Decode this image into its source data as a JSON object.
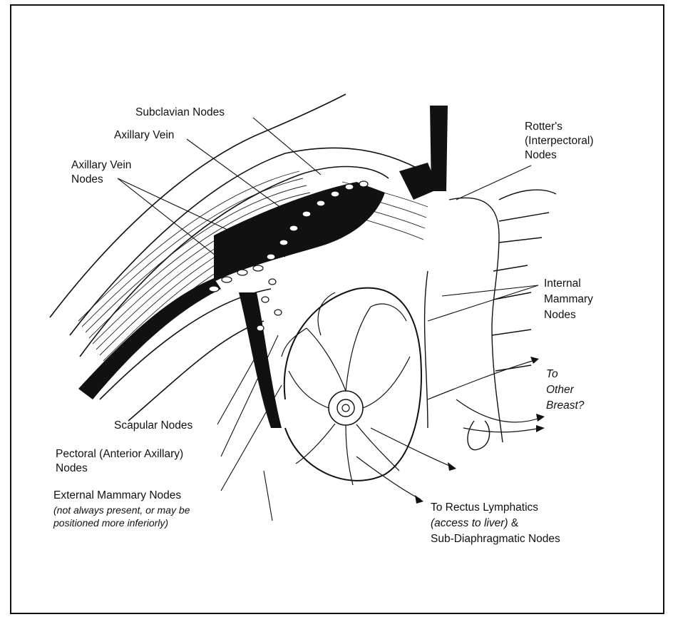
{
  "labels": {
    "subclavian_nodes": "Subclavian Nodes",
    "axillary_vein": "Axillary Vein",
    "axillary_vein_nodes_1": "Axillary Vein",
    "axillary_vein_nodes_2": "Nodes",
    "rotters_nodes_1": "Rotter's",
    "rotters_nodes_2": "(Interpectoral)",
    "rotters_nodes_3": "Nodes",
    "internal_mammary_1": "Internal",
    "internal_mammary_2": "Mammary",
    "internal_mammary_3": "Nodes",
    "other_breast_1": "To",
    "other_breast_2": "Other",
    "other_breast_3": "Breast?",
    "scapular_nodes": "Scapular Nodes",
    "pectoral_nodes_1": "Pectoral (Anterior Axillary)",
    "pectoral_nodes_2": "Nodes",
    "external_mammary": "External Mammary Nodes",
    "external_mammary_note_1": "(not always present, or may be",
    "external_mammary_note_2": "positioned more inferiorly)",
    "rectus_1": "To Rectus Lymphatics",
    "rectus_2": "(access to liver)",
    "rectus_2b": " &",
    "rectus_3": "Sub-Diaphragmatic Nodes"
  }
}
